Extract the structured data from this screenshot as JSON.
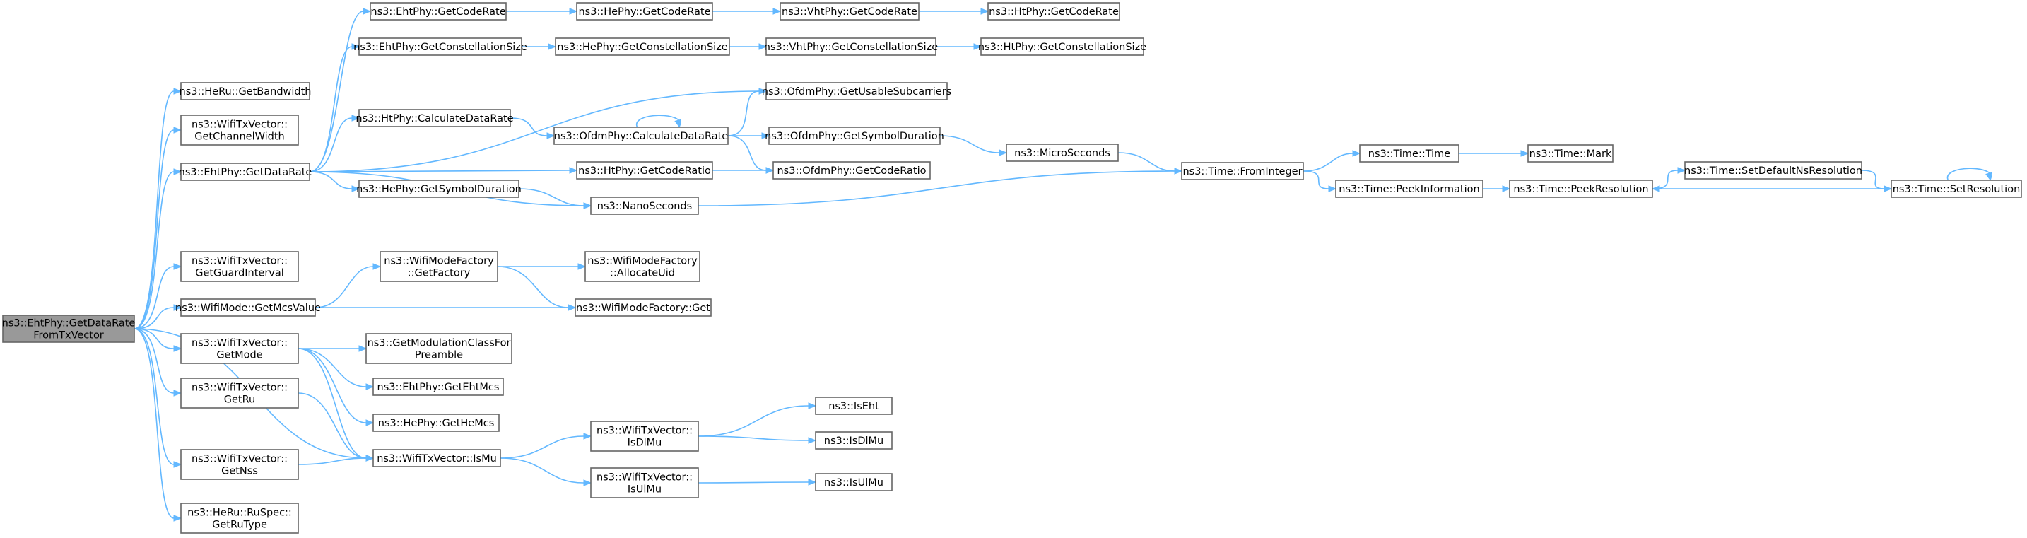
{
  "nodes": [
    {
      "id": "root",
      "lines": [
        "ns3::EhtPhy::GetDataRate",
        "FromTxVector"
      ],
      "root": true
    },
    {
      "id": "heru_bw",
      "lines": [
        "ns3::HeRu::GetBandwidth"
      ]
    },
    {
      "id": "tx_chw",
      "lines": [
        "ns3::WifiTxVector::",
        "GetChannelWidth"
      ]
    },
    {
      "id": "eht_dr",
      "lines": [
        "ns3::EhtPhy::GetDataRate"
      ]
    },
    {
      "id": "tx_gi",
      "lines": [
        "ns3::WifiTxVector::",
        "GetGuardInterval"
      ]
    },
    {
      "id": "wm_mcs",
      "lines": [
        "ns3::WifiMode::GetMcsValue"
      ]
    },
    {
      "id": "tx_mode",
      "lines": [
        "ns3::WifiTxVector::",
        "GetMode"
      ]
    },
    {
      "id": "tx_ru",
      "lines": [
        "ns3::WifiTxVector::",
        "GetRu"
      ]
    },
    {
      "id": "tx_nss",
      "lines": [
        "ns3::WifiTxVector::",
        "GetNss"
      ]
    },
    {
      "id": "ruspec",
      "lines": [
        "ns3::HeRu::RuSpec::",
        "GetRuType"
      ]
    },
    {
      "id": "eht_cr",
      "lines": [
        "ns3::EhtPhy::GetCodeRate"
      ]
    },
    {
      "id": "eht_cs",
      "lines": [
        "ns3::EhtPhy::GetConstellationSize"
      ]
    },
    {
      "id": "ht_cdr",
      "lines": [
        "ns3::HtPhy::CalculateDataRate"
      ]
    },
    {
      "id": "he_sd",
      "lines": [
        "ns3::HePhy::GetSymbolDuration"
      ]
    },
    {
      "id": "wmf_gf",
      "lines": [
        "ns3::WifiModeFactory",
        "::GetFactory"
      ]
    },
    {
      "id": "mod_class",
      "lines": [
        "ns3::GetModulationClassFor",
        "Preamble"
      ]
    },
    {
      "id": "eht_mcs",
      "lines": [
        "ns3::EhtPhy::GetEhtMcs"
      ]
    },
    {
      "id": "he_mcs",
      "lines": [
        "ns3::HePhy::GetHeMcs"
      ]
    },
    {
      "id": "tx_ismu",
      "lines": [
        "ns3::WifiTxVector::IsMu"
      ]
    },
    {
      "id": "he_cr",
      "lines": [
        "ns3::HePhy::GetCodeRate"
      ]
    },
    {
      "id": "he_cs",
      "lines": [
        "ns3::HePhy::GetConstellationSize"
      ]
    },
    {
      "id": "ofdm_cdr",
      "lines": [
        "ns3::OfdmPhy::CalculateDataRate"
      ]
    },
    {
      "id": "ht_cra",
      "lines": [
        "ns3::HtPhy::GetCodeRatio"
      ]
    },
    {
      "id": "nano",
      "lines": [
        "ns3::NanoSeconds"
      ]
    },
    {
      "id": "wmf_au",
      "lines": [
        "ns3::WifiModeFactory",
        "::AllocateUid"
      ]
    },
    {
      "id": "wmf_get",
      "lines": [
        "ns3::WifiModeFactory::Get"
      ]
    },
    {
      "id": "tx_isdl",
      "lines": [
        "ns3::WifiTxVector::",
        "IsDlMu"
      ]
    },
    {
      "id": "tx_isul",
      "lines": [
        "ns3::WifiTxVector::",
        "IsUlMu"
      ]
    },
    {
      "id": "vht_cr",
      "lines": [
        "ns3::VhtPhy::GetCodeRate"
      ]
    },
    {
      "id": "vht_cs",
      "lines": [
        "ns3::VhtPhy::GetConstellationSize"
      ]
    },
    {
      "id": "ofdm_us",
      "lines": [
        "ns3::OfdmPhy::GetUsableSubcarriers"
      ]
    },
    {
      "id": "ofdm_sd",
      "lines": [
        "ns3::OfdmPhy::GetSymbolDuration"
      ]
    },
    {
      "id": "ofdm_cra",
      "lines": [
        "ns3::OfdmPhy::GetCodeRatio"
      ]
    },
    {
      "id": "iseht",
      "lines": [
        "ns3::IsEht"
      ]
    },
    {
      "id": "isdlmu",
      "lines": [
        "ns3::IsDlMu"
      ]
    },
    {
      "id": "isulmu",
      "lines": [
        "ns3::IsUlMu"
      ]
    },
    {
      "id": "ht_gcr",
      "lines": [
        "ns3::HtPhy::GetCodeRate"
      ]
    },
    {
      "id": "ht_gcs",
      "lines": [
        "ns3::HtPhy::GetConstellationSize"
      ]
    },
    {
      "id": "micro",
      "lines": [
        "ns3::MicroSeconds"
      ]
    },
    {
      "id": "fromint",
      "lines": [
        "ns3::Time::FromInteger"
      ]
    },
    {
      "id": "time_time",
      "lines": [
        "ns3::Time::Time"
      ]
    },
    {
      "id": "peekinfo",
      "lines": [
        "ns3::Time::PeekInformation"
      ]
    },
    {
      "id": "mark",
      "lines": [
        "ns3::Time::Mark"
      ]
    },
    {
      "id": "peekres",
      "lines": [
        "ns3::Time::PeekResolution"
      ]
    },
    {
      "id": "setdef",
      "lines": [
        "ns3::Time::SetDefaultNsResolution"
      ]
    },
    {
      "id": "setres",
      "lines": [
        "ns3::Time::SetResolution"
      ]
    }
  ],
  "edges": [
    [
      "root",
      "heru_bw"
    ],
    [
      "root",
      "tx_chw"
    ],
    [
      "root",
      "eht_dr"
    ],
    [
      "root",
      "tx_gi"
    ],
    [
      "root",
      "wm_mcs"
    ],
    [
      "root",
      "tx_mode"
    ],
    [
      "root",
      "tx_ru"
    ],
    [
      "root",
      "tx_nss"
    ],
    [
      "root",
      "ruspec"
    ],
    [
      "root",
      "tx_ismu"
    ],
    [
      "eht_dr",
      "eht_cr"
    ],
    [
      "eht_dr",
      "eht_cs"
    ],
    [
      "eht_dr",
      "ht_cdr"
    ],
    [
      "eht_dr",
      "he_sd"
    ],
    [
      "eht_dr",
      "ofdm_us"
    ],
    [
      "eht_dr",
      "ht_cra"
    ],
    [
      "eht_dr",
      "nano"
    ],
    [
      "eht_cr",
      "he_cr"
    ],
    [
      "he_cr",
      "vht_cr"
    ],
    [
      "vht_cr",
      "ht_gcr"
    ],
    [
      "eht_cs",
      "he_cs"
    ],
    [
      "he_cs",
      "vht_cs"
    ],
    [
      "vht_cs",
      "ht_gcs"
    ],
    [
      "ht_cdr",
      "ofdm_cdr"
    ],
    [
      "ofdm_cdr",
      "ofdm_cdr"
    ],
    [
      "ofdm_cdr",
      "ofdm_us"
    ],
    [
      "ofdm_cdr",
      "ofdm_sd"
    ],
    [
      "ofdm_cdr",
      "ofdm_cra"
    ],
    [
      "ht_cra",
      "ofdm_cra"
    ],
    [
      "ofdm_sd",
      "micro"
    ],
    [
      "micro",
      "fromint"
    ],
    [
      "he_sd",
      "nano"
    ],
    [
      "nano",
      "fromint"
    ],
    [
      "fromint",
      "time_time"
    ],
    [
      "fromint",
      "peekinfo"
    ],
    [
      "time_time",
      "mark"
    ],
    [
      "peekinfo",
      "peekres"
    ],
    [
      "peekres",
      "setdef"
    ],
    [
      "setdef",
      "setres"
    ],
    [
      "setres",
      "peekres"
    ],
    [
      "setres",
      "setres"
    ],
    [
      "wm_mcs",
      "wmf_gf"
    ],
    [
      "wm_mcs",
      "wmf_get"
    ],
    [
      "wmf_gf",
      "wmf_au"
    ],
    [
      "wmf_gf",
      "wmf_get"
    ],
    [
      "tx_mode",
      "mod_class"
    ],
    [
      "tx_mode",
      "eht_mcs"
    ],
    [
      "tx_mode",
      "he_mcs"
    ],
    [
      "tx_mode",
      "tx_ismu"
    ],
    [
      "tx_ru",
      "tx_ismu"
    ],
    [
      "tx_nss",
      "tx_ismu"
    ],
    [
      "tx_ismu",
      "tx_isdl"
    ],
    [
      "tx_ismu",
      "tx_isul"
    ],
    [
      "tx_isdl",
      "iseht"
    ],
    [
      "tx_isdl",
      "isdlmu"
    ],
    [
      "tx_isul",
      "isulmu"
    ]
  ],
  "colors": {
    "edge": "#63b8ff",
    "node_border": "#666666",
    "root_fill": "#999999",
    "node_fill": "#ffffff"
  }
}
